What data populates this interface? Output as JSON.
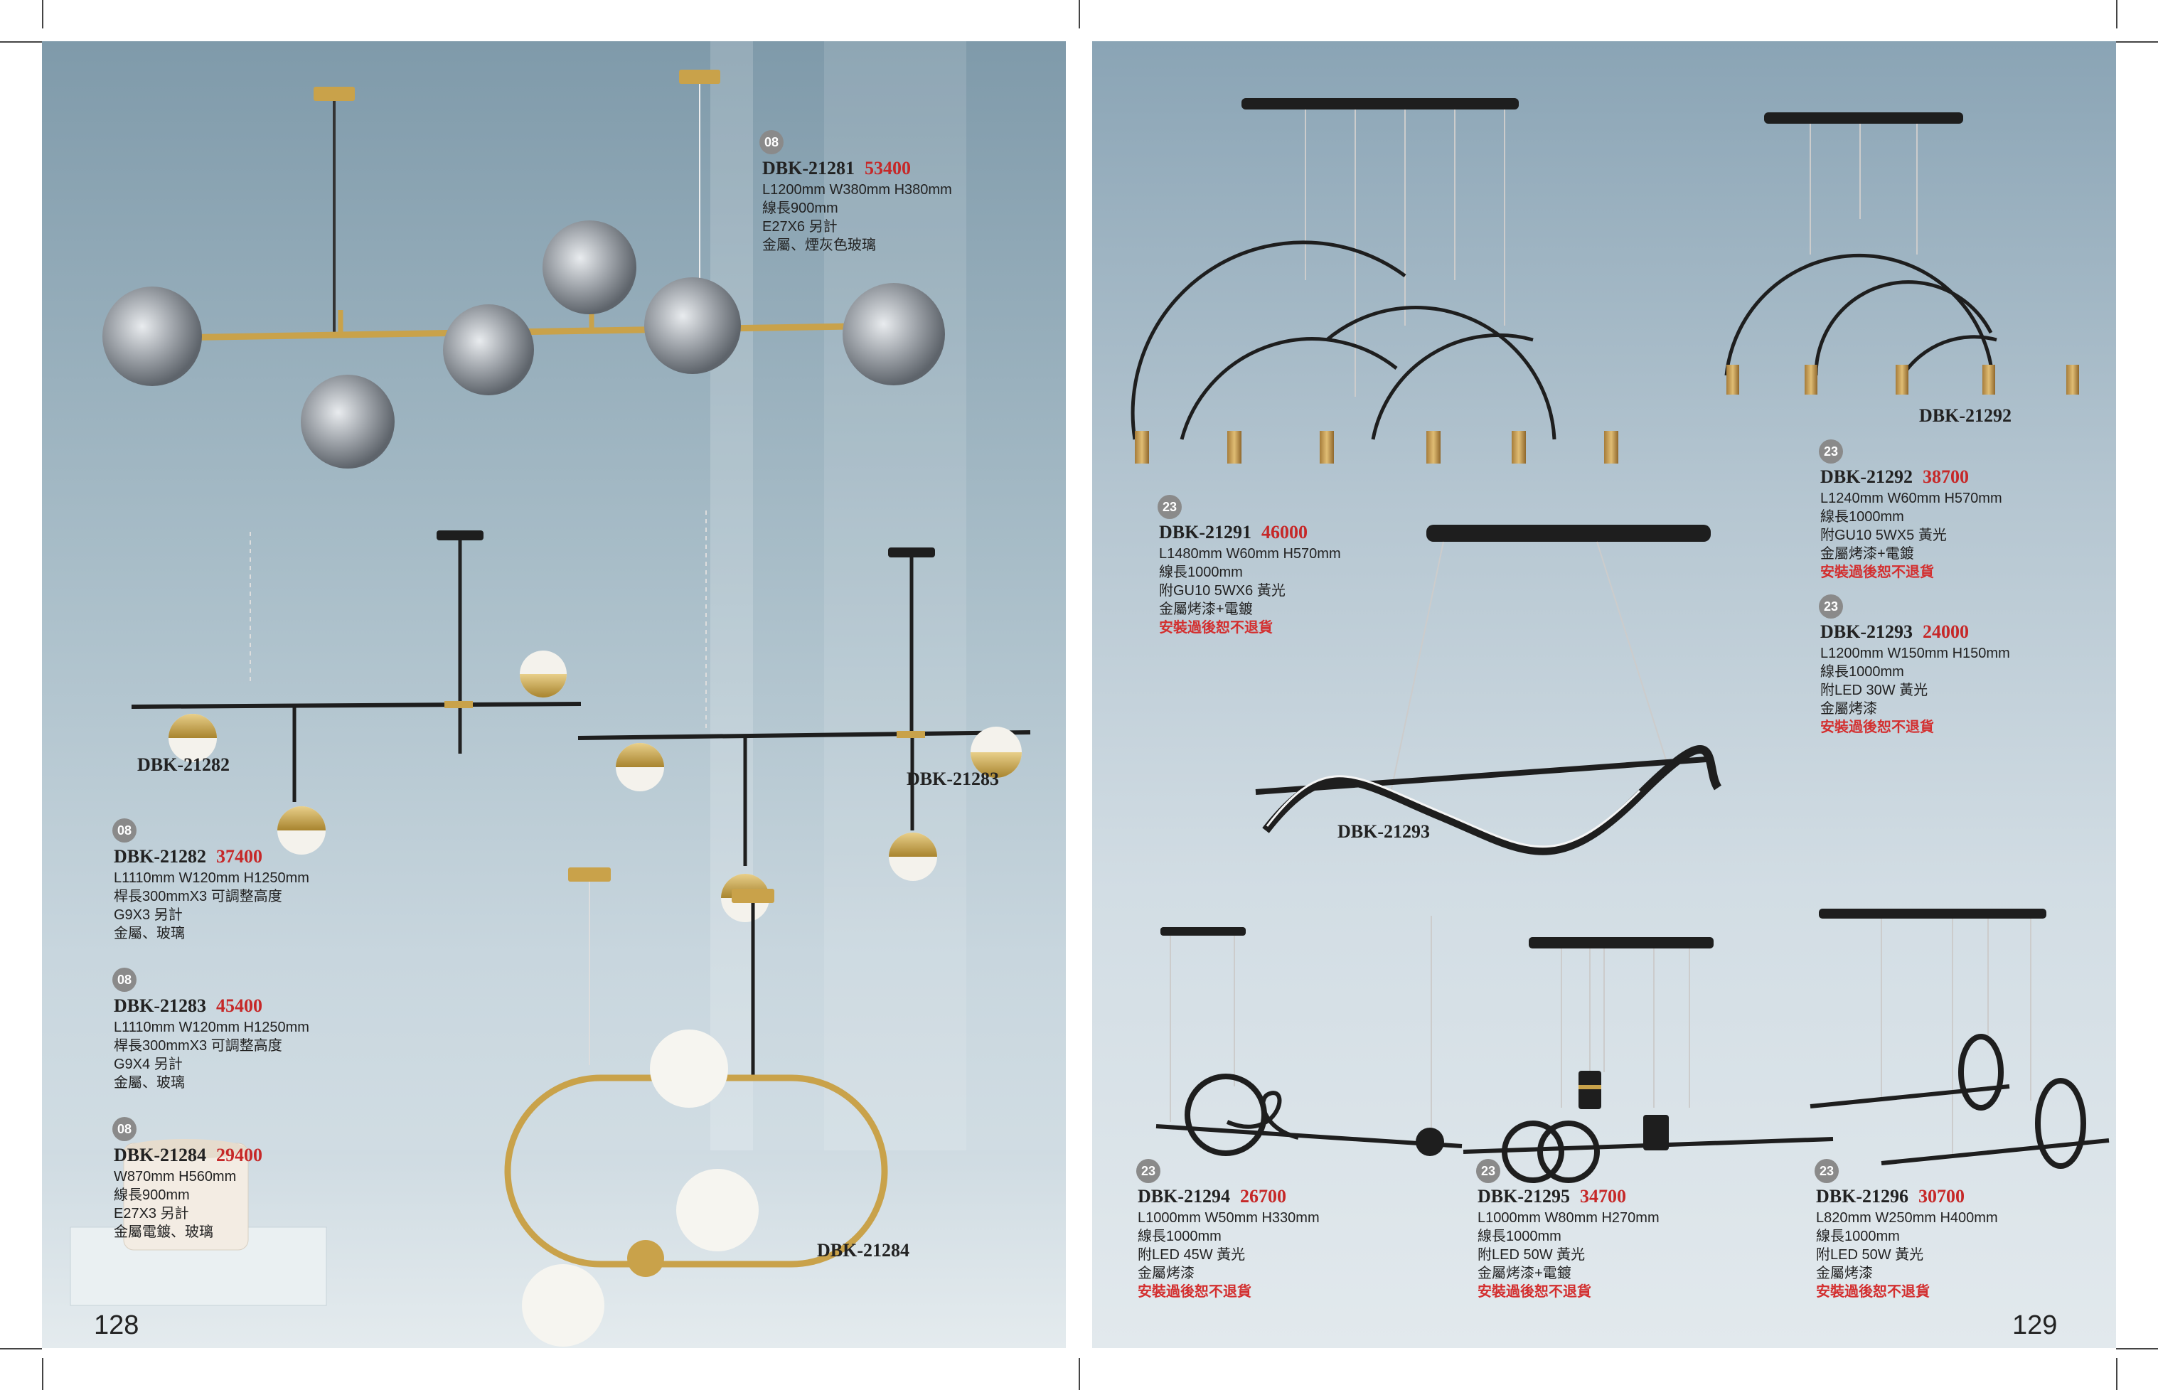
{
  "colors": {
    "brass": "#c9a24a",
    "black": "#1e1e1e",
    "smoke": "#8c8f94",
    "opal": "#f4f2ec",
    "price": "#c62828",
    "warn": "#d32f2f",
    "badge": "#8a8a8a"
  },
  "left_page": {
    "page_number": "128",
    "products": [
      {
        "badge": "08",
        "code": "DBK-21281",
        "price": "53400",
        "lines": [
          "L1200mm W380mm H380mm",
          "線長900mm",
          "E27X6 另計",
          "金屬、煙灰色玻璃"
        ]
      },
      {
        "badge": "08",
        "code": "DBK-21282",
        "price": "37400",
        "lines": [
          "L1110mm W120mm H1250mm",
          "桿長300mmX3 可調整高度",
          "G9X3 另計",
          "金屬、玻璃"
        ]
      },
      {
        "badge": "08",
        "code": "DBK-21283",
        "price": "45400",
        "lines": [
          "L1110mm W120mm H1250mm",
          "桿長300mmX3 可調整高度",
          "G9X4 另計",
          "金屬、玻璃"
        ]
      },
      {
        "badge": "08",
        "code": "DBK-21284",
        "price": "29400",
        "lines": [
          "W870mm H560mm",
          "線長900mm",
          "E27X3 另計",
          "金屬電鍍、玻璃"
        ]
      }
    ],
    "image_labels": {
      "l21282": "DBK-21282",
      "l21283": "DBK-21283",
      "l21284": "DBK-21284"
    }
  },
  "right_page": {
    "page_number": "129",
    "products": [
      {
        "badge": "23",
        "code": "DBK-21291",
        "price": "46000",
        "lines": [
          "L1480mm W60mm H570mm",
          "線長1000mm",
          "附GU10 5WX6 黃光",
          "金屬烤漆+電鍍"
        ],
        "warn": "安裝過後恕不退貨"
      },
      {
        "badge": "23",
        "code": "DBK-21292",
        "price": "38700",
        "lines": [
          "L1240mm W60mm H570mm",
          "線長1000mm",
          "附GU10 5WX5 黃光",
          "金屬烤漆+電鍍"
        ],
        "warn": "安裝過後恕不退貨"
      },
      {
        "badge": "23",
        "code": "DBK-21293",
        "price": "24000",
        "lines": [
          "L1200mm W150mm H150mm",
          "線長1000mm",
          "附LED 30W 黃光",
          "金屬烤漆"
        ],
        "warn": "安裝過後恕不退貨"
      },
      {
        "badge": "23",
        "code": "DBK-21294",
        "price": "26700",
        "lines": [
          "L1000mm W50mm H330mm",
          "線長1000mm",
          "附LED 45W 黃光",
          "金屬烤漆"
        ],
        "warn": "安裝過後恕不退貨"
      },
      {
        "badge": "23",
        "code": "DBK-21295",
        "price": "34700",
        "lines": [
          "L1000mm W80mm H270mm",
          "線長1000mm",
          "附LED 50W 黃光",
          "金屬烤漆+電鍍"
        ],
        "warn": "安裝過後恕不退貨"
      },
      {
        "badge": "23",
        "code": "DBK-21296",
        "price": "30700",
        "lines": [
          "L820mm W250mm H400mm",
          "線長1000mm",
          "附LED 50W 黃光",
          "金屬烤漆"
        ],
        "warn": "安裝過後恕不退貨"
      }
    ],
    "image_labels": {
      "l21292": "DBK-21292",
      "l21293": "DBK-21293"
    }
  }
}
